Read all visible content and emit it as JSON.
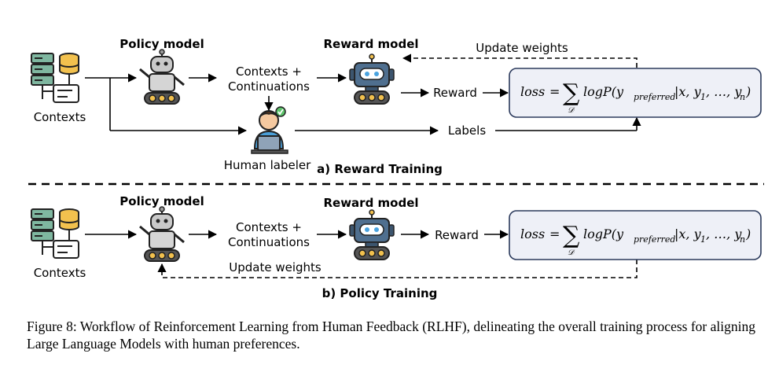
{
  "panel_a": {
    "policy_title": "Policy model",
    "reward_title": "Reward model",
    "contexts_label": "Contexts",
    "ctx_cont_line1": "Contexts +",
    "ctx_cont_line2": "Continuations",
    "human_label": "Human labeler",
    "reward_arrow_label": "Reward",
    "labels_arrow_label": "Labels",
    "update_weights": "Update weights",
    "section_title": "a) Reward Training"
  },
  "panel_b": {
    "policy_title": "Policy model",
    "reward_title": "Reward model",
    "contexts_label": "Contexts",
    "ctx_cont_line1": "Contexts +",
    "ctx_cont_line2": "Continuations",
    "reward_arrow_label": "Reward",
    "update_weights": "Update weights",
    "section_title": "b) Policy Training"
  },
  "formula": {
    "loss": "loss",
    "equals": "=",
    "sum": "∑",
    "sum_sub": "𝒟",
    "log_p": "logP(y",
    "sub_preferred": "preferred",
    "args": "|x, y",
    "sub_1": "1",
    "ellipsis": ", …, y",
    "sub_n": "n",
    "close": ")"
  },
  "caption": "Figure 8: Workflow of Reinforcement Learning from Human Feedback (RLHF), delineating the overall training process for aligning Large Language Models with human preferences.",
  "colors": {
    "formula_box_fill": "#eef0f7",
    "formula_box_stroke": "#2b3a5c",
    "robot_policy": "#c9c9c9",
    "robot_reward": "#4f6f8f",
    "wheels": "#f2c14e",
    "db_yellow": "#f2c14e",
    "db_green": "#7fb7a0",
    "labeler_shirt": "#4a9fd8",
    "check_green": "#5cc36a"
  },
  "icons": [
    "database-server-icon",
    "policy-robot-icon",
    "reward-robot-icon",
    "human-labeler-icon",
    "checkmark-icon"
  ]
}
